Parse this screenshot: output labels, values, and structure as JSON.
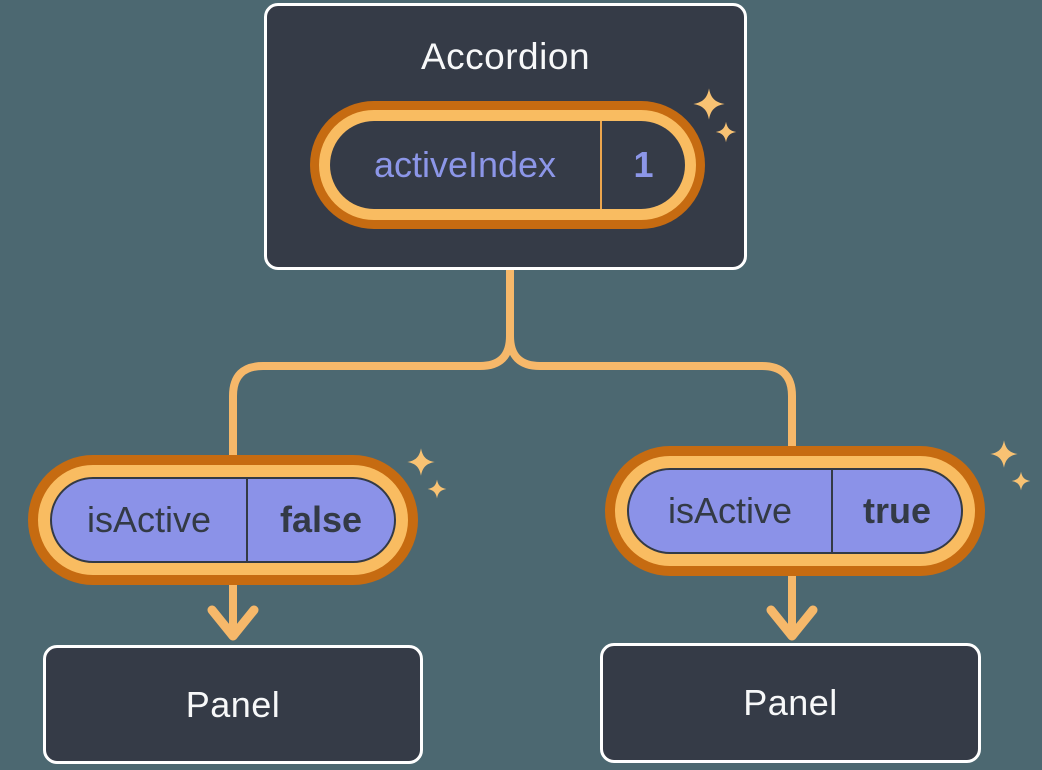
{
  "diagram": {
    "description": "Lifting state up: Accordion parent holds activeIndex state and passes isActive props to two Panel children",
    "root": {
      "title": "Accordion",
      "state": {
        "name": "activeIndex",
        "value": "1"
      }
    },
    "children": [
      {
        "state": {
          "name": "isActive",
          "value": "false"
        },
        "panel_label": "Panel"
      },
      {
        "state": {
          "name": "isActive",
          "value": "true"
        },
        "panel_label": "Panel"
      }
    ]
  },
  "icons": {
    "sparkle": "four-point star ✦",
    "arrow_down": "chevron arrow ↓"
  },
  "colors": {
    "bg": "#4C6871",
    "card": "#353B47",
    "card_border": "#FFFFFF",
    "ring_outer": "#C66B11",
    "ring_inner": "#F9BC61",
    "line": "#F6B86A",
    "sparkle": "#F8C273",
    "purple_fill": "#8B92E8",
    "purple_text": "#8C96E8",
    "divider_orange": "#EDA64D",
    "dark_text": "#333A45",
    "white_text": "#F7F8F9"
  }
}
